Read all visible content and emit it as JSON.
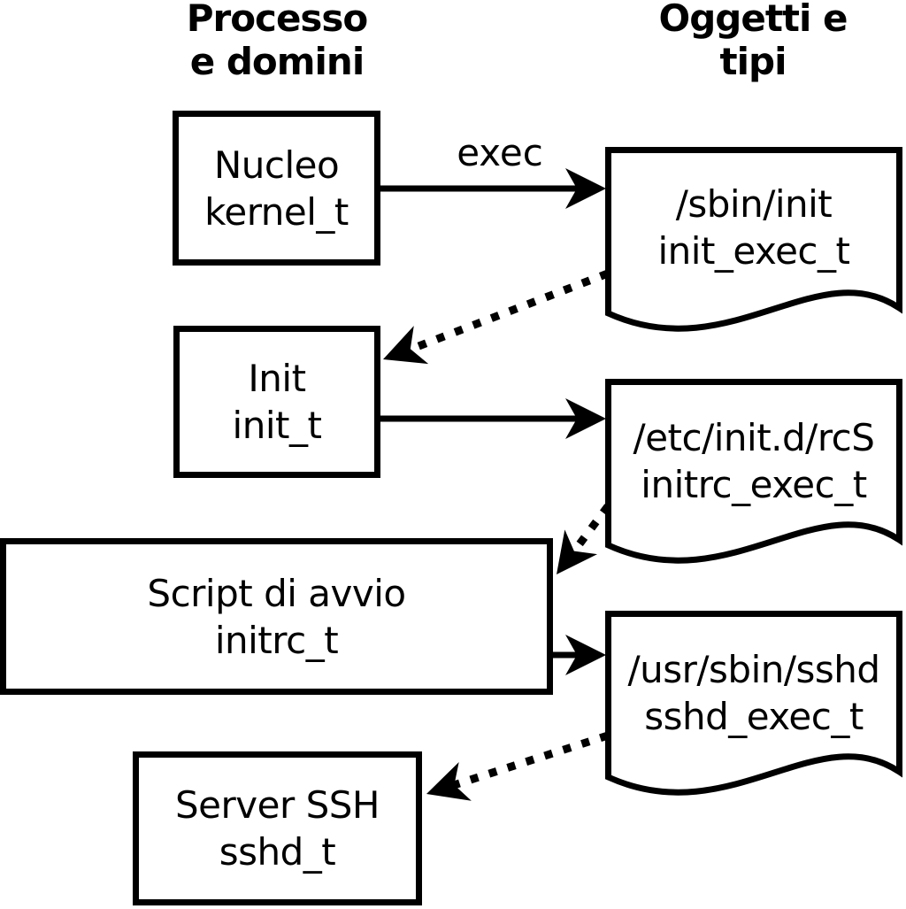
{
  "colors": {
    "ink": "#000000",
    "background": "#ffffff"
  },
  "headers": {
    "left": "Processo\ne domini",
    "right": "Oggetti e\ntipi"
  },
  "processes": [
    {
      "name": "Nucleo",
      "domain": "kernel_t"
    },
    {
      "name": "Init",
      "domain": "init_t"
    },
    {
      "name": "Script di avvio",
      "domain": "initrc_t"
    },
    {
      "name": "Server SSH",
      "domain": "sshd_t"
    }
  ],
  "objects": [
    {
      "path": "/sbin/init",
      "type": "init_exec_t"
    },
    {
      "path": "/etc/init.d/rcS",
      "type": "initrc_exec_t"
    },
    {
      "path": "/usr/sbin/sshd",
      "type": "sshd_exec_t"
    }
  ],
  "arrows": {
    "exec_label": "exec"
  }
}
